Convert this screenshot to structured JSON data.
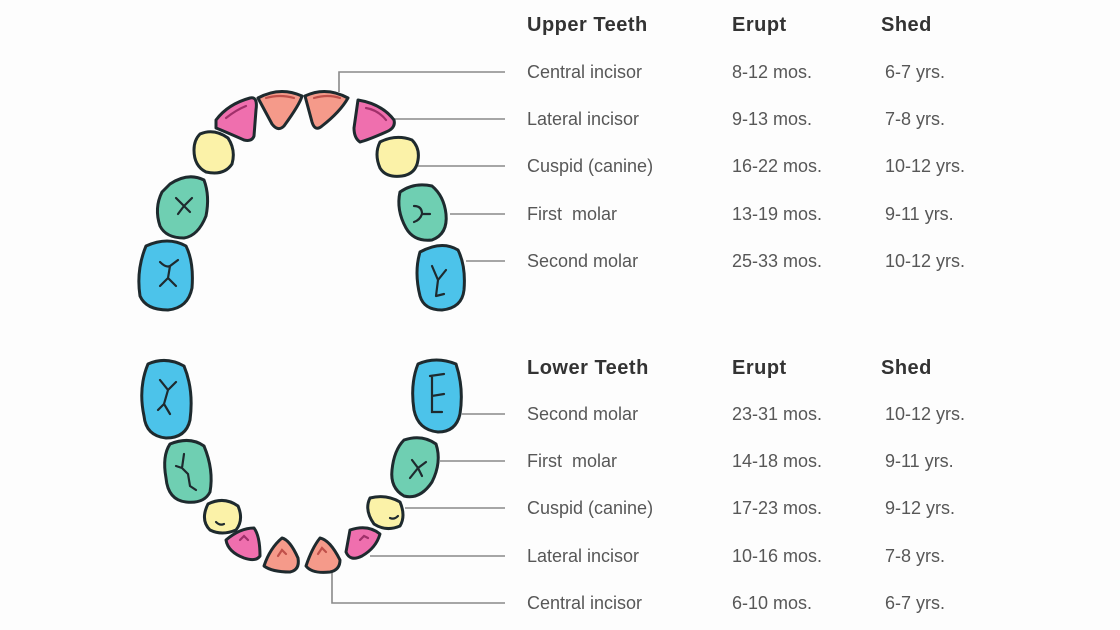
{
  "colors": {
    "central_incisor": "#f59a8a",
    "lateral_incisor": "#ef6fae",
    "cuspid": "#fbf2a8",
    "first_molar": "#6fcfb2",
    "second_molar": "#4cc3ea",
    "outline": "#1e2a2e",
    "leader_line": "#8a8a8a"
  },
  "upper": {
    "header": {
      "title": "Upper Teeth",
      "erupt": "Erupt",
      "shed": "Shed"
    },
    "rows": [
      {
        "name": "Central incisor",
        "erupt": "8-12 mos.",
        "shed": "6-7 yrs."
      },
      {
        "name": "Lateral incisor",
        "erupt": "9-13 mos.",
        "shed": "7-8 yrs."
      },
      {
        "name": "Cuspid (canine)",
        "erupt": "16-22 mos.",
        "shed": "10-12 yrs."
      },
      {
        "name": "First  molar",
        "erupt": "13-19 mos.",
        "shed": "9-11 yrs."
      },
      {
        "name": "Second molar",
        "erupt": "25-33 mos.",
        "shed": "10-12 yrs."
      }
    ]
  },
  "lower": {
    "header": {
      "title": "Lower Teeth",
      "erupt": "Erupt",
      "shed": "Shed"
    },
    "rows": [
      {
        "name": "Second molar",
        "erupt": "23-31 mos.",
        "shed": "10-12 yrs."
      },
      {
        "name": "First  molar",
        "erupt": "14-18 mos.",
        "shed": "9-11 yrs."
      },
      {
        "name": "Cuspid (canine)",
        "erupt": "17-23 mos.",
        "shed": "9-12 yrs."
      },
      {
        "name": "Lateral incisor",
        "erupt": "10-16 mos.",
        "shed": "7-8 yrs."
      },
      {
        "name": "Central incisor",
        "erupt": "6-10 mos.",
        "shed": "6-7 yrs."
      }
    ]
  }
}
